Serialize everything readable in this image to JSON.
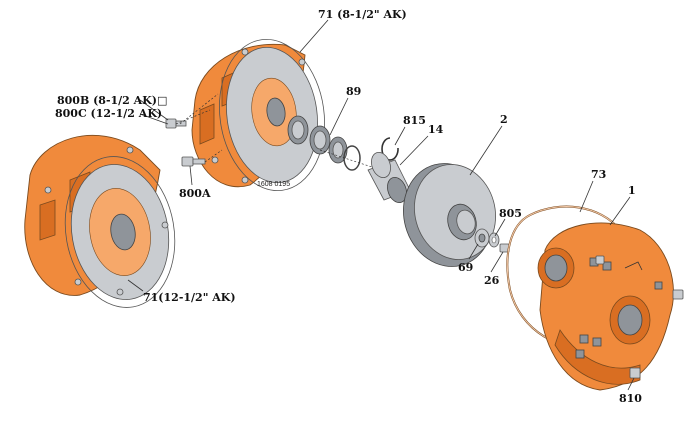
{
  "labels": {
    "adapter_85": "71 (8-1/2\" AK)",
    "screw_800b": "800B (8-1/2 AK)□",
    "screw_800c": "800C (12-1/2 AK)",
    "seal": "89",
    "ring": "815",
    "sleeve": "14",
    "impeller": "2",
    "gasket": "73",
    "casing": "1",
    "washer": "805",
    "impeller_nut": "69",
    "drain_plug": "26",
    "screw_800a": "800A",
    "adapter_125": "71(12-1/2\" AK)",
    "casing_bolts": "810",
    "part_code": "1608 0195"
  },
  "colors": {
    "housing_orange": "#f08a3c",
    "housing_shadow": "#d96e22",
    "plate_gray": "#c9ccd0",
    "gasket_tan": "#f3c9a8"
  }
}
